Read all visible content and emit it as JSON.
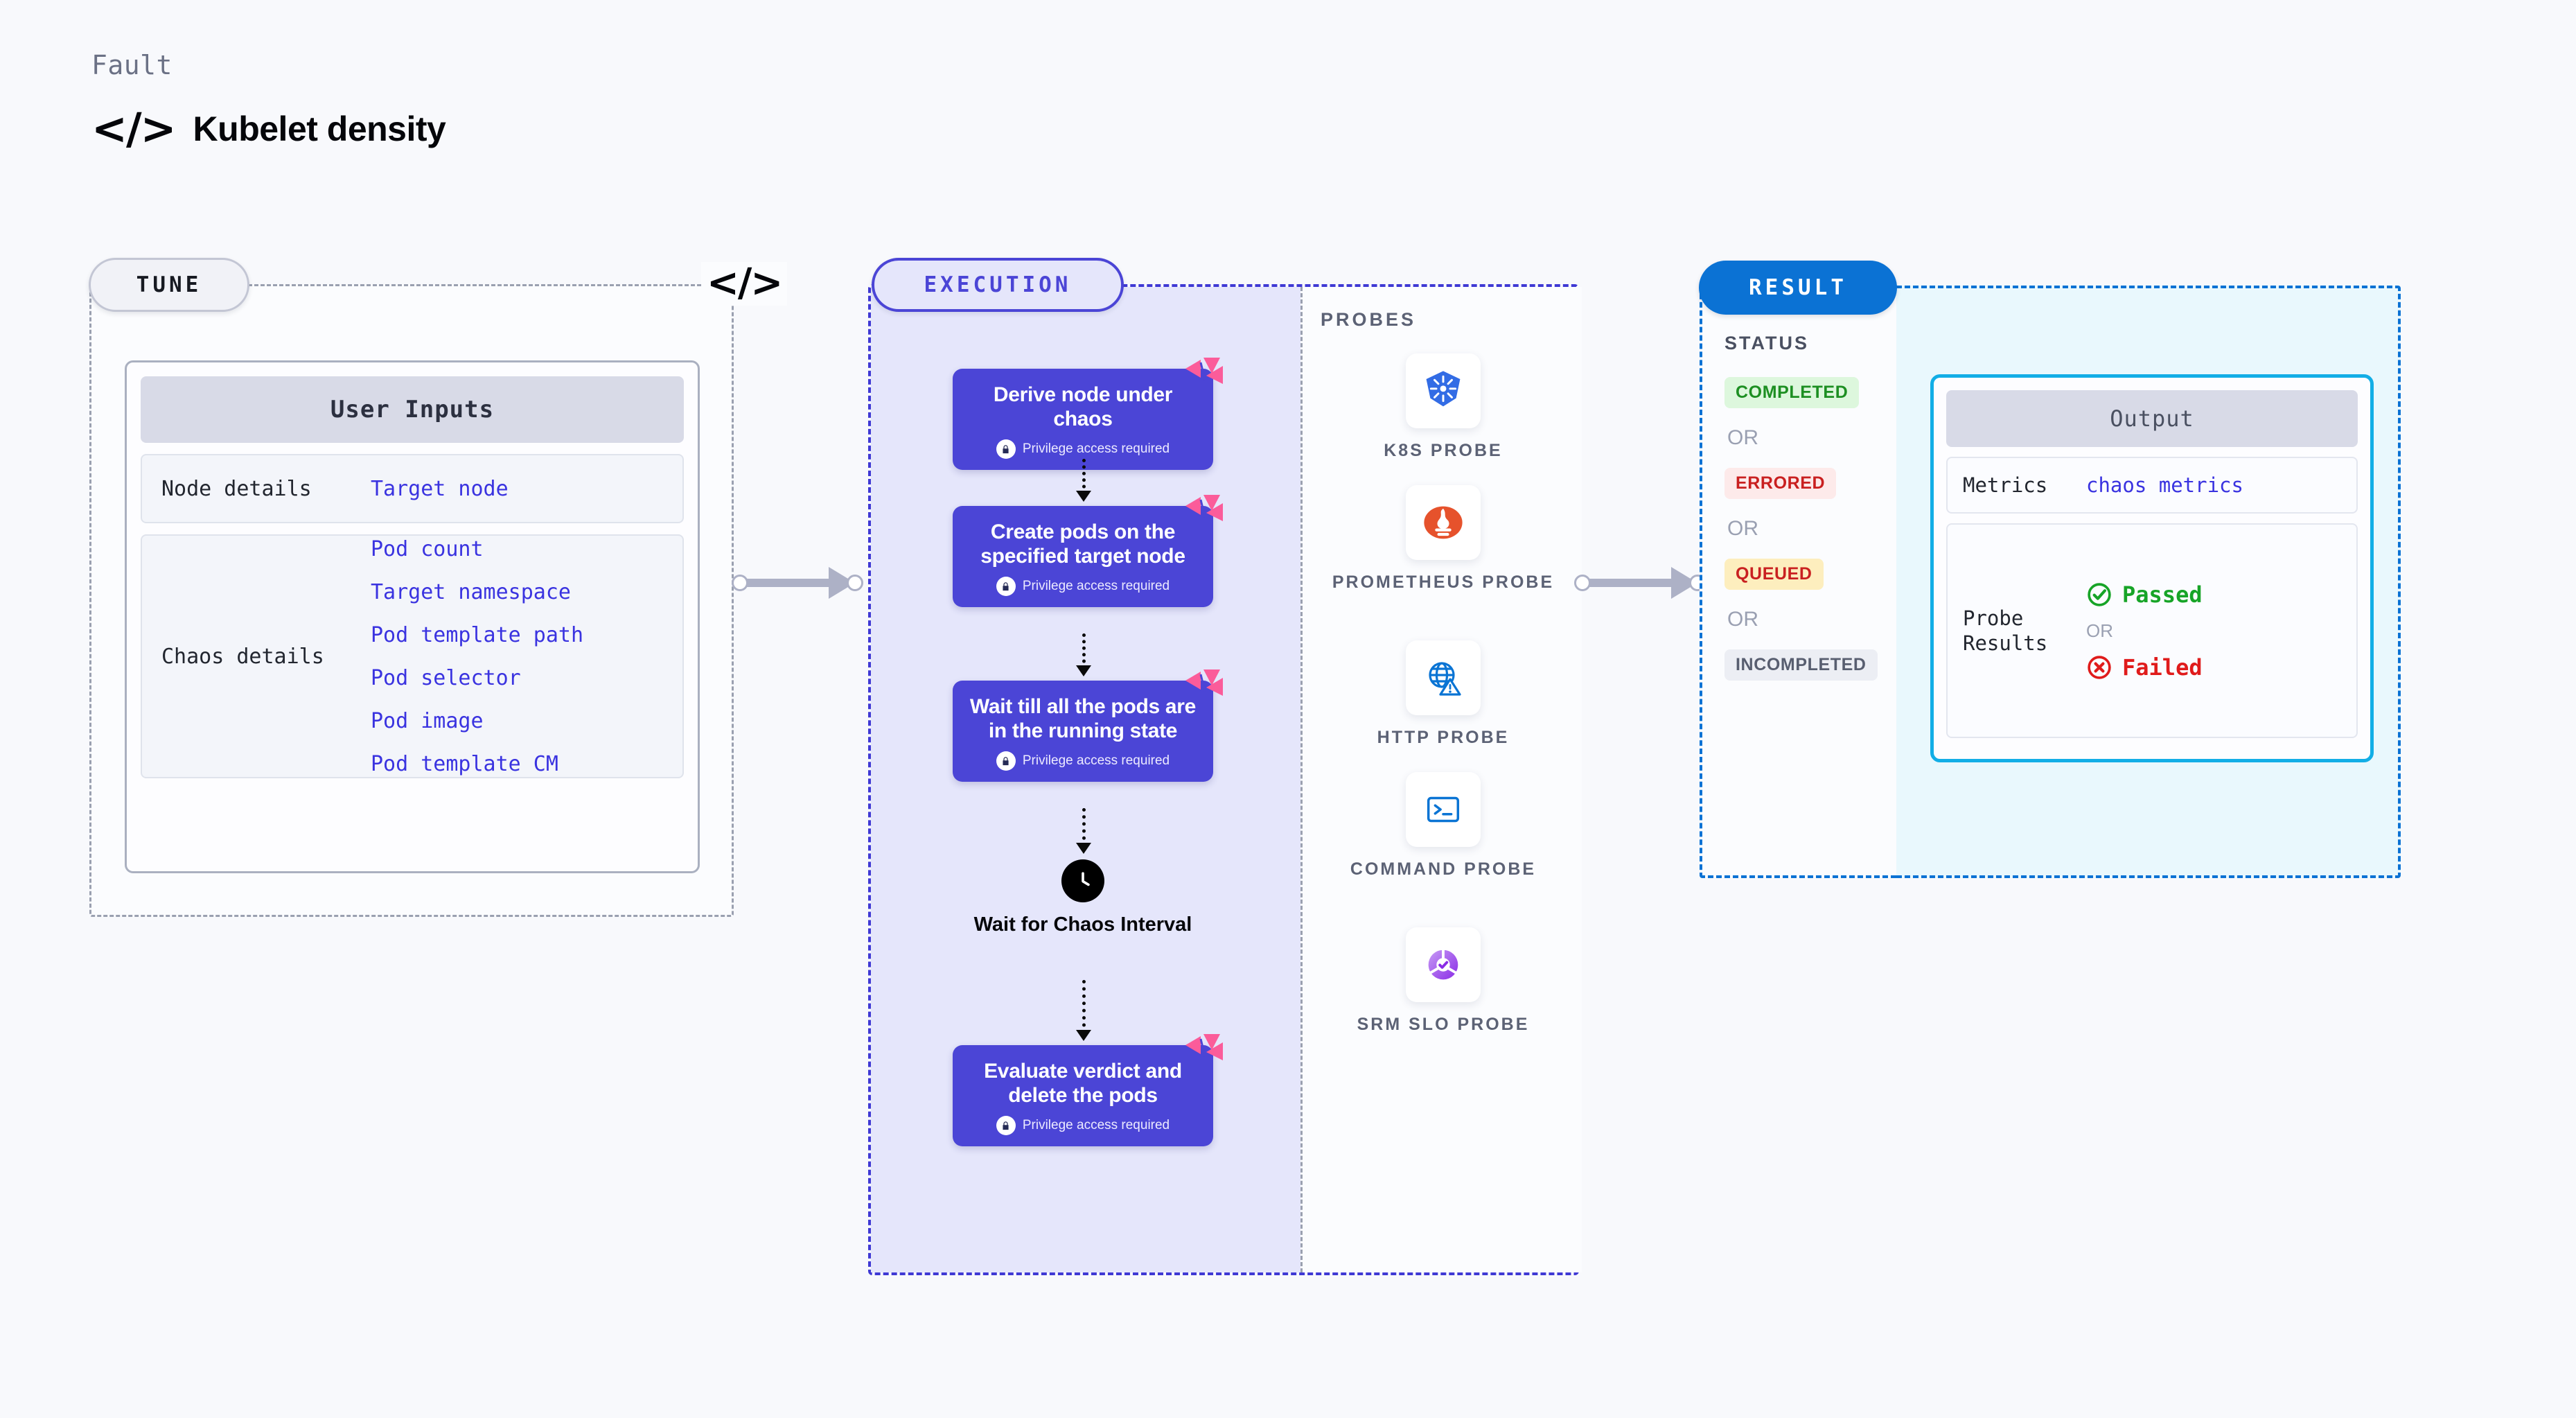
{
  "header": {
    "eyebrow": "Fault",
    "code_icon": "</>",
    "title": "Kubelet density"
  },
  "tune": {
    "pill_label": "TUNE",
    "code_icon": "</>",
    "card_title": "User Inputs",
    "rows": [
      {
        "label": "Node details",
        "values": [
          "Target node"
        ]
      },
      {
        "label": "Chaos details",
        "values": [
          "Pod count",
          "Target namespace",
          "Pod template path",
          "Pod selector",
          "Pod image",
          "Pod template CM"
        ]
      }
    ]
  },
  "execution": {
    "pill_label": "EXECUTION",
    "privilege_note": "Privilege access required",
    "nodes": [
      {
        "text": "Derive node under chaos",
        "privilege": true,
        "chaos_badge": true
      },
      {
        "text": "Create pods on the specified target node",
        "privilege": true,
        "chaos_badge": true
      },
      {
        "text": "Wait till all the pods are in the running state",
        "privilege": true,
        "chaos_badge": true
      },
      {
        "text": "Evaluate verdict and delete the pods",
        "privilege": true,
        "chaos_badge": true
      }
    ],
    "wait_step": {
      "label": "Wait for Chaos Interval",
      "icon": "clock-icon"
    }
  },
  "probes": {
    "title": "PROBES",
    "items": [
      {
        "label": "K8S PROBE",
        "icon": "kubernetes-icon"
      },
      {
        "label": "PROMETHEUS PROBE",
        "icon": "prometheus-icon"
      },
      {
        "label": "HTTP PROBE",
        "icon": "http-globe-icon"
      },
      {
        "label": "COMMAND PROBE",
        "icon": "terminal-icon"
      },
      {
        "label": "SRM SLO PROBE",
        "icon": "srm-slo-icon"
      }
    ]
  },
  "result": {
    "pill_label": "RESULT",
    "status_title": "STATUS",
    "or_label": "OR",
    "statuses": [
      {
        "label": "COMPLETED",
        "bg": "#ddf7dd",
        "fg": "#1d8f22"
      },
      {
        "label": "ERRORED",
        "bg": "#fdeaea",
        "fg": "#c92020"
      },
      {
        "label": "QUEUED",
        "bg": "#fdeebe",
        "fg": "#c92020"
      },
      {
        "label": "INCOMPLETED",
        "bg": "#eceef4",
        "fg": "#585e70"
      }
    ],
    "output": {
      "title": "Output",
      "metrics_label": "Metrics",
      "metrics_value": "chaos metrics",
      "probe_results_label": "Probe Results",
      "verdicts": [
        {
          "label": "Passed",
          "icon": "check-circle-icon",
          "color": "#17a427"
        },
        {
          "label": "Failed",
          "icon": "x-circle-icon",
          "color": "#e01b1b"
        }
      ]
    }
  },
  "colors": {
    "node_blue": "#4b45d6",
    "exec_panel": "#e5e6fb",
    "result_blue": "#0b72d4",
    "cyan_panel": "#e9f8fd",
    "output_border": "#12aee6",
    "chaos_pink": "#fb5c9a"
  }
}
